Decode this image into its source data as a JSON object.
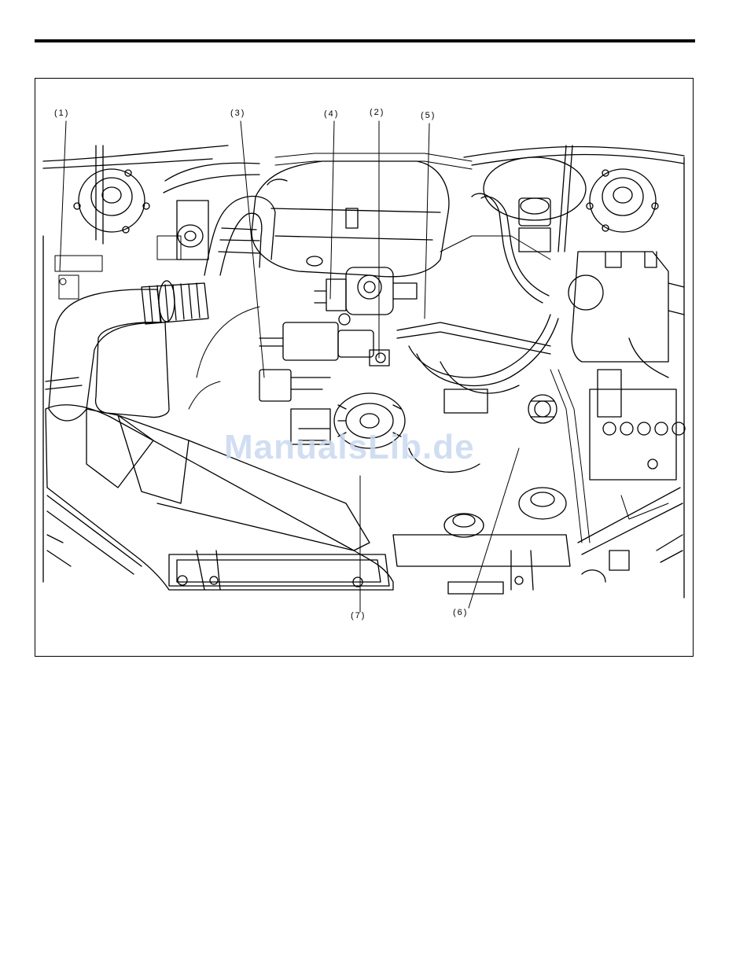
{
  "watermark": "ManualsLib.de",
  "callouts": {
    "c1": "(1)",
    "c2": "(2)",
    "c3": "(3)",
    "c4": "(4)",
    "c5": "(5)",
    "c6": "(6)",
    "c7": "(7)"
  },
  "colors": {
    "line": "#000000",
    "watermark": "#c9d9f0"
  }
}
